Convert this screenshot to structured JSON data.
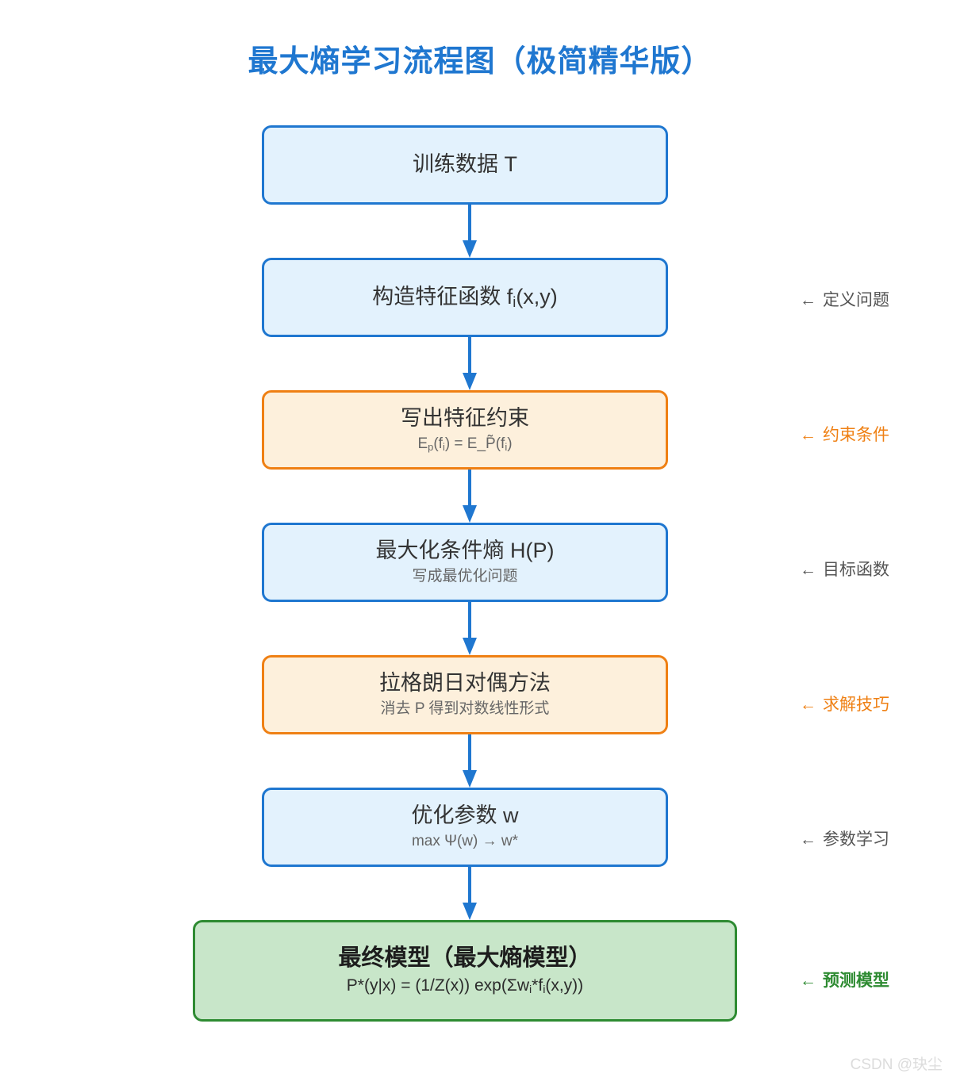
{
  "title": "最大熵学习流程图（极简精华版）",
  "theme": {
    "title_color": "#1f77d0",
    "blue_border": "#1f77d0",
    "blue_fill": "#e3f2fd",
    "orange_border": "#ef8014",
    "orange_fill": "#fdf0dc",
    "green_border": "#2e8b32",
    "green_fill": "#c8e6c9",
    "arrow_color": "#1f77d0",
    "gray_text": "#555555",
    "watermark_color": "#dcdcdc"
  },
  "flow": {
    "nodes": [
      {
        "id": "training-data",
        "title": "训练数据 T",
        "subtitle": "",
        "style": "blue"
      },
      {
        "id": "feature-function",
        "title": "构造特征函数 f",
        "title_sub": "i",
        "title_tail": "(x,y)",
        "subtitle": "",
        "style": "blue"
      },
      {
        "id": "feature-constraint",
        "title": "写出特征约束",
        "subtitle": "E_p(f_i) = E_P̃(f_i)",
        "style": "orange"
      },
      {
        "id": "maximize-entropy",
        "title": "最大化条件熵 H(P)",
        "subtitle": "写成最优化问题",
        "style": "blue"
      },
      {
        "id": "lagrange-dual",
        "title": "拉格朗日对偶方法",
        "subtitle": "消去 P 得到对数线性形式",
        "style": "orange"
      },
      {
        "id": "optimize-w",
        "title": "优化参数 w",
        "subtitle": "max Ψ(w) → w*",
        "style": "blue"
      },
      {
        "id": "final-model",
        "title": "最终模型（最大熵模型）",
        "subtitle": "P*(y|x) = (1/Z(x)) exp(Σw_i*f_i(x,y))",
        "style": "green"
      }
    ],
    "arrow_count": 6
  },
  "annotations": [
    {
      "id": "define-problem",
      "arrow": "←",
      "label": "定义问题",
      "color": "gray"
    },
    {
      "id": "constraints",
      "arrow": "←",
      "label": "约束条件",
      "color": "orange"
    },
    {
      "id": "objective",
      "arrow": "←",
      "label": "目标函数",
      "color": "gray"
    },
    {
      "id": "solving-trick",
      "arrow": "←",
      "label": "求解技巧",
      "color": "orange"
    },
    {
      "id": "parameter-learn",
      "arrow": "←",
      "label": "参数学习",
      "color": "gray"
    },
    {
      "id": "predict-model",
      "arrow": "←",
      "label": "预测模型",
      "color": "green"
    }
  ],
  "watermark": "CSDN @玦尘"
}
